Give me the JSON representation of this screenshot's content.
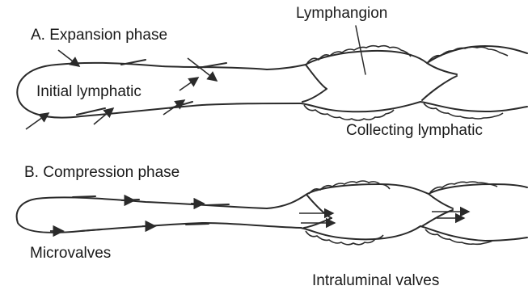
{
  "labels": {
    "expansion_phase": "A. Expansion phase",
    "initial_lymphatic": "Initial lymphatic",
    "lymphangion": "Lymphangion",
    "collecting_lymphatic": "Collecting lymphatic",
    "compression_phase": "B. Compression phase",
    "microvalves": "Microvalves",
    "intraluminal_valves": "Intraluminal valves"
  },
  "colors": {
    "line": "#2a2a2a",
    "background": "#ffffff"
  }
}
